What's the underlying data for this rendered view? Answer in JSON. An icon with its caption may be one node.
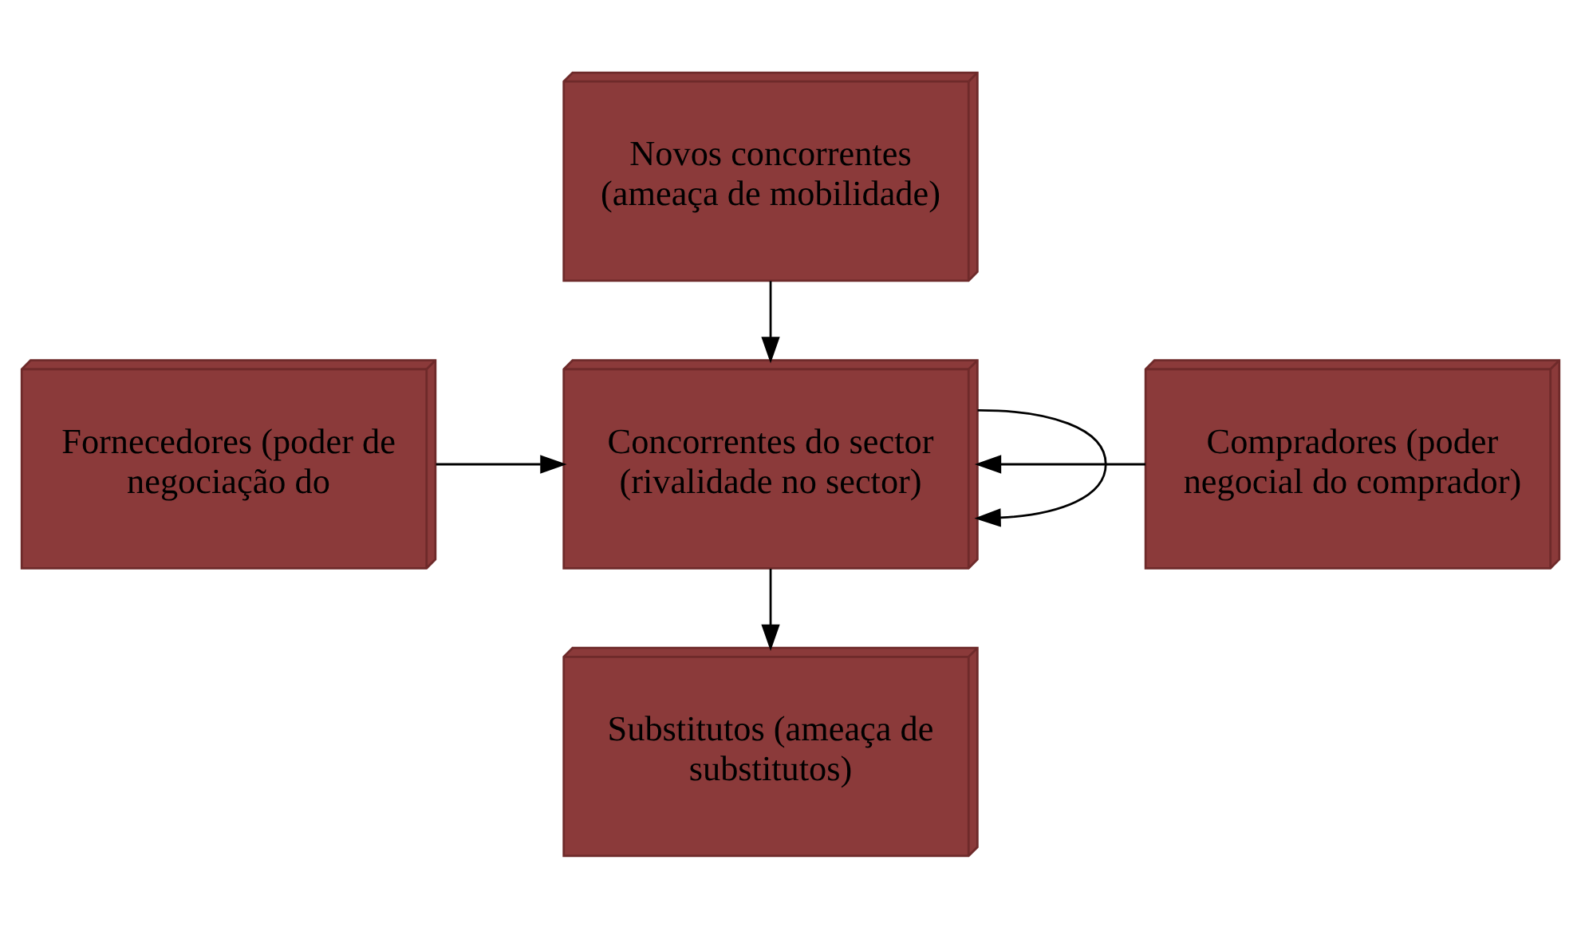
{
  "diagram": {
    "nodes": [
      {
        "text": [
          "Novos concorrentes (ameaça de mobilidade)"
        ]
      },
      {
        "text": [
          "Fornecedores (poder de negociação do"
        ]
      },
      {
        "text": [
          "Concorrentes do sector (rivalidade no sector)"
        ]
      },
      {
        "text": [
          "Compradores (poder negocial do comprador)"
        ]
      },
      {
        "text": [
          "Substitutos (ameaça de substitutos)"
        ]
      }
    ],
    "edges": [
      {
        "from": 0,
        "to": 2,
        "arrow": "to"
      },
      {
        "from": 1,
        "to": 2,
        "arrow": "to"
      },
      {
        "from": 3,
        "to": 2,
        "arrow": "to"
      },
      {
        "from": 2,
        "to": 2,
        "arrow": "to"
      },
      {
        "from": 2,
        "to": 4,
        "arrow": "to"
      }
    ]
  }
}
